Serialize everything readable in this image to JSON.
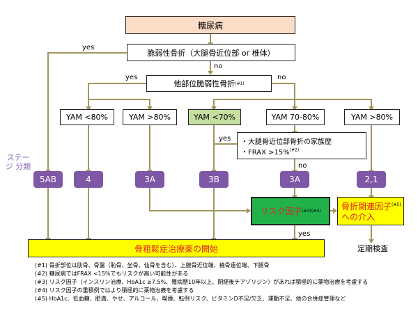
{
  "nodes": {
    "diabetes": "糖尿病",
    "fragility_fracture": "脆弱性骨折（大腿骨近位部 or 椎体）",
    "other_fracture": "他部位脆弱性骨折",
    "other_fracture_ref": "(#1)",
    "yam": [
      "YAM <80%",
      "YAM >80%",
      "YAM <70%",
      "YAM 70-80%",
      "YAM >80%"
    ],
    "family_history": "・大腿骨近位部骨折の家族歴",
    "frax": "・FRAX >15%",
    "frax_ref": "(#2)",
    "stage_label": "ステージ 分類",
    "stages": [
      "5AB",
      "4",
      "3A",
      "3B",
      "3A",
      "2,1"
    ],
    "risk_factor": "リスク因子",
    "risk_factor_ref": "(#3)(#4)",
    "fracture_factor": "骨折関連因子",
    "fracture_factor_ref": "(#5)",
    "fracture_factor_line2": "への介入",
    "treatment": "骨粗鬆症治療薬の開始",
    "periodic": "定期検査"
  },
  "edge_labels": {
    "yes": "yes",
    "no": "no"
  },
  "notes": [
    "(#1) 骨折部位は肋骨、骨盤（恥骨、坐骨、仙骨を含む）、上腕骨近位端、橈骨遠位端、下腿骨",
    "(#2) 糖尿病ではFRAX <15%でもリスクが高い可能性がある",
    "(#3) リスク因子（インスリン治療、HbA1c ≥7.5%、罹病歴10年以上、閉経後チアゾリジン）があれば積極的に薬物治療を考慮する",
    "(#4) リスク因子の重積例ではより積極的に薬物治療を考慮する",
    "(#5) HbA1c、低血糖、肥満、やせ、アルコール、喫煙、転倒リスク、ビタミンD不足/欠乏、運動不足、他の合併症管理など"
  ],
  "colors": {
    "diabetes_fill": "#fbdcc7",
    "connector": "#a3955e",
    "stage_fill": "#7e57a6",
    "green_yam_fill": "#c4dea0",
    "risk_fill": "#22b24c",
    "yellow_fill": "#ffff00",
    "stage_label_text": "#8a6cbf",
    "red_text": "#e02020"
  }
}
